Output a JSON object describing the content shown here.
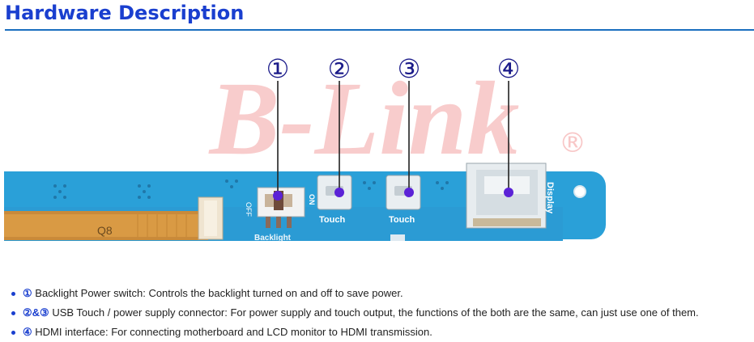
{
  "page": {
    "title": "Hardware Description"
  },
  "figure": {
    "watermark": "B-Link",
    "board": {
      "labels": {
        "q8": "Q8",
        "off": "OFF",
        "on": "ON",
        "backlight": "Backlight",
        "touch_left": "Touch",
        "touch_right": "Touch",
        "display": "Display"
      }
    },
    "callouts": [
      "①",
      "②",
      "③",
      "④"
    ]
  },
  "items": [
    {
      "marker": "①",
      "text": "Backlight Power switch: Controls the backlight turned on and off to save power."
    },
    {
      "marker": "②&③",
      "text": "USB Touch / power supply connector: For power supply and touch output, the functions of the both are the same, can just use one of them."
    },
    {
      "marker": "④",
      "text": "HDMI interface: For connecting motherboard and LCD monitor to HDMI transmission."
    }
  ],
  "colors": {
    "accent": "#1a3fcf",
    "board": "#2aa0d8",
    "callout": "#1b1b8a"
  }
}
